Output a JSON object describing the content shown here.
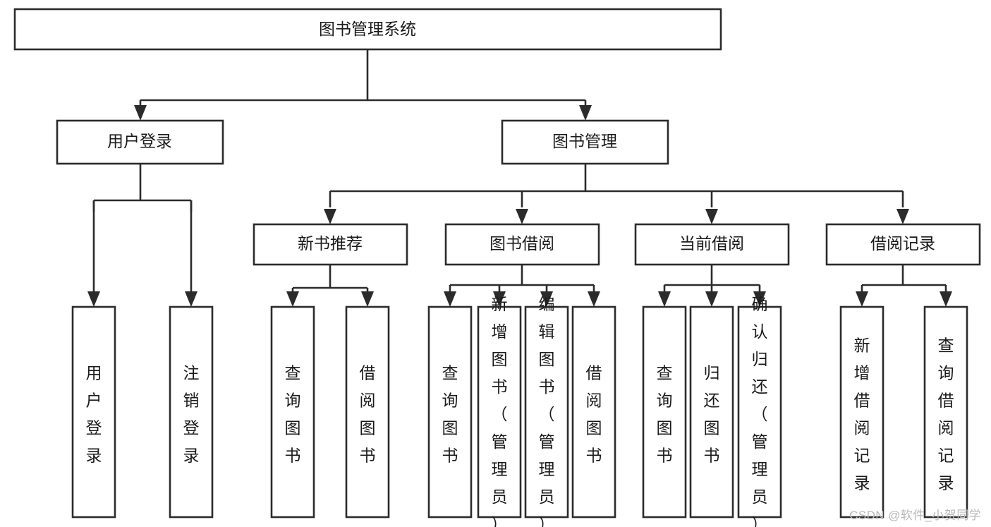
{
  "diagram": {
    "title": "图书管理系统",
    "type": "tree",
    "orientation": "top-down",
    "colors": {
      "box_fill": "#ffffff",
      "box_stroke": "#2b2b2b",
      "connector": "#2b2b2b",
      "text": "#1a1a1a",
      "background": "#ffffff",
      "watermark": "#b9b9b9"
    },
    "nodes": {
      "root": {
        "label": "图书管理系统",
        "level": 1,
        "orientation": "horizontal"
      },
      "l2": [
        {
          "id": "user-login",
          "label": "用户登录",
          "level": 2,
          "orientation": "horizontal"
        },
        {
          "id": "book-manage",
          "label": "图书管理",
          "level": 2,
          "orientation": "horizontal"
        }
      ],
      "l3": [
        {
          "id": "new-book-rec",
          "label": "新书推荐",
          "level": 3,
          "orientation": "horizontal",
          "parent": "book-manage"
        },
        {
          "id": "book-borrow",
          "label": "图书借阅",
          "level": 3,
          "orientation": "horizontal",
          "parent": "book-manage"
        },
        {
          "id": "current-borrow",
          "label": "当前借阅",
          "level": 3,
          "orientation": "horizontal",
          "parent": "book-manage"
        },
        {
          "id": "borrow-record",
          "label": "借阅记录",
          "level": 3,
          "orientation": "horizontal",
          "parent": "book-manage"
        }
      ],
      "leaves": [
        {
          "id": "leaf-user-login",
          "label": "用户登录",
          "orientation": "vertical",
          "parent": "user-login"
        },
        {
          "id": "leaf-logout",
          "label": "注销登录",
          "orientation": "vertical",
          "parent": "user-login"
        },
        {
          "id": "leaf-query-book-rec",
          "label": "查询图书",
          "orientation": "vertical",
          "parent": "new-book-rec"
        },
        {
          "id": "leaf-borrow-book-rec",
          "label": "借阅图书",
          "orientation": "vertical",
          "parent": "new-book-rec"
        },
        {
          "id": "leaf-query-book-borrow",
          "label": "查询图书",
          "orientation": "vertical",
          "parent": "book-borrow"
        },
        {
          "id": "leaf-add-book",
          "label": "新增图书（管理员）",
          "orientation": "vertical",
          "parent": "book-borrow"
        },
        {
          "id": "leaf-edit-book",
          "label": "编辑图书（管理员）",
          "orientation": "vertical",
          "parent": "book-borrow"
        },
        {
          "id": "leaf-borrow-book",
          "label": "借阅图书",
          "orientation": "vertical",
          "parent": "book-borrow"
        },
        {
          "id": "leaf-query-book-current",
          "label": "查询图书",
          "orientation": "vertical",
          "parent": "current-borrow"
        },
        {
          "id": "leaf-return-book",
          "label": "归还图书",
          "orientation": "vertical",
          "parent": "current-borrow"
        },
        {
          "id": "leaf-confirm-return",
          "label": "确认归还（管理员）",
          "orientation": "vertical",
          "parent": "current-borrow"
        },
        {
          "id": "leaf-add-record",
          "label": "新增借阅记录",
          "orientation": "vertical",
          "parent": "borrow-record"
        },
        {
          "id": "leaf-query-record",
          "label": "查询借阅记录",
          "orientation": "vertical",
          "parent": "borrow-record"
        }
      ]
    }
  },
  "watermark": {
    "text": "CSDN @软件_小贺同学"
  }
}
